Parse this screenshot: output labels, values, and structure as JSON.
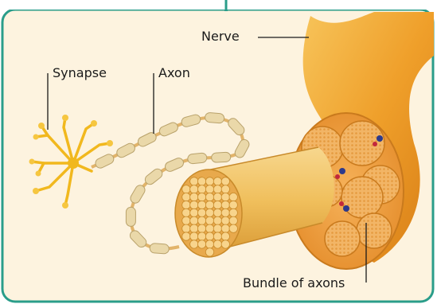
{
  "labels": {
    "nerve": "Nerve",
    "synapse": "Synapse",
    "axon": "Axon",
    "bundle": "Bundle of axons"
  },
  "colors": {
    "frame_border": "#2a9d8a",
    "panel_bg": "#fdf3df",
    "nerve": "#f0a833",
    "axon_fiber": "#f2cf85",
    "myelin": "#ead8a9",
    "neuron": "#f1b81e"
  }
}
